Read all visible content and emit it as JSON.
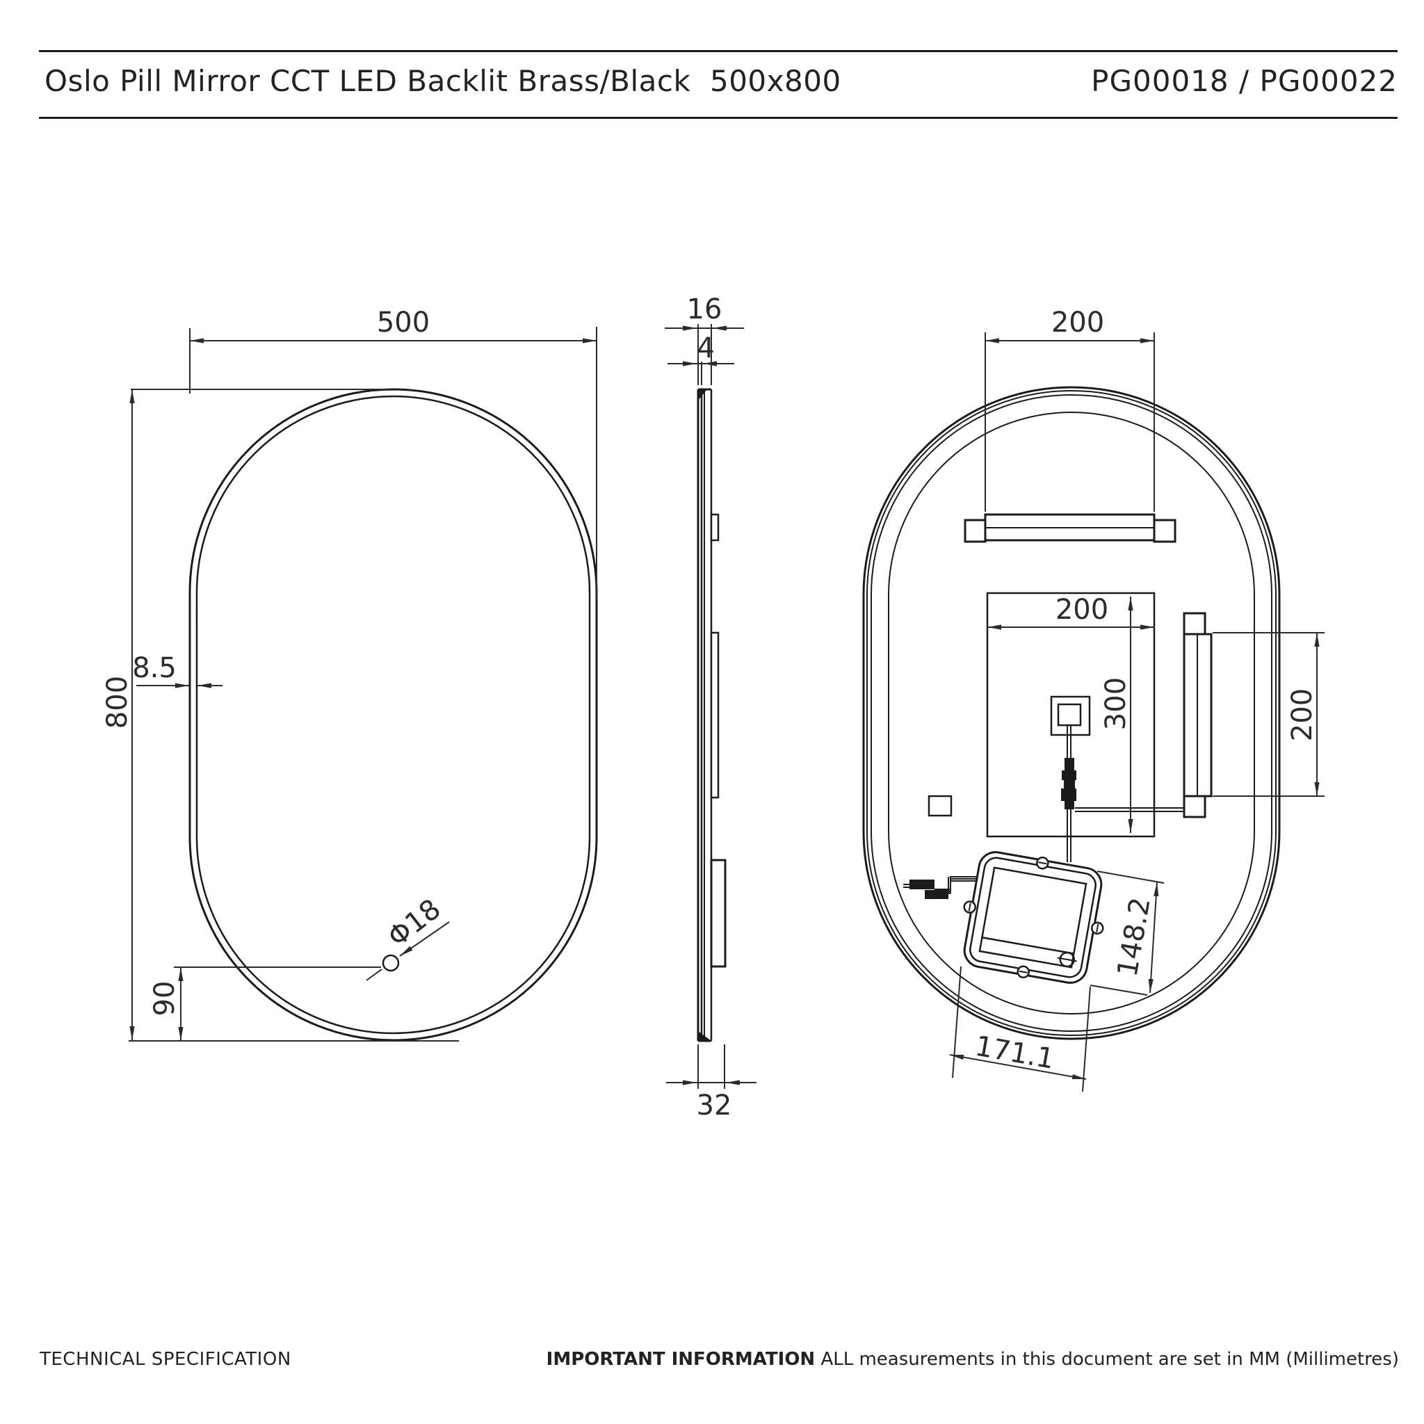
{
  "header": {
    "title": "Oslo Pill Mirror CCT LED Backlit Brass/Black  500x800",
    "product_codes": "PG00018 / PG00022"
  },
  "footer": {
    "left_label": "TECHNICAL SPECIFICATION",
    "right_label_bold": "IMPORTANT INFORMATION",
    "right_label_text": " ALL measurements in this document are set in MM (Millimetres)"
  },
  "drawing": {
    "units": "MM (Millimetres)",
    "front_view": {
      "width_mm": "500",
      "height_mm": "800",
      "frame_depth_mm": "8.5",
      "sensor_offset_mm": "90",
      "sensor_diameter_label": "Φ18"
    },
    "side_view": {
      "depth_mm": "16",
      "glass_mm": "4",
      "total_depth_mm": "32"
    },
    "rear_view": {
      "hanger_bar_width_mm": "200",
      "cutout_width_mm": "200",
      "cutout_height_mm": "300",
      "side_hanger_height_mm": "200",
      "driver_box_height_mm": "148.2",
      "driver_box_width_mm": "171.1"
    }
  },
  "colors": {
    "line": "#1b1b1b",
    "text": "#2b2b2b",
    "background": "#ffffff"
  }
}
